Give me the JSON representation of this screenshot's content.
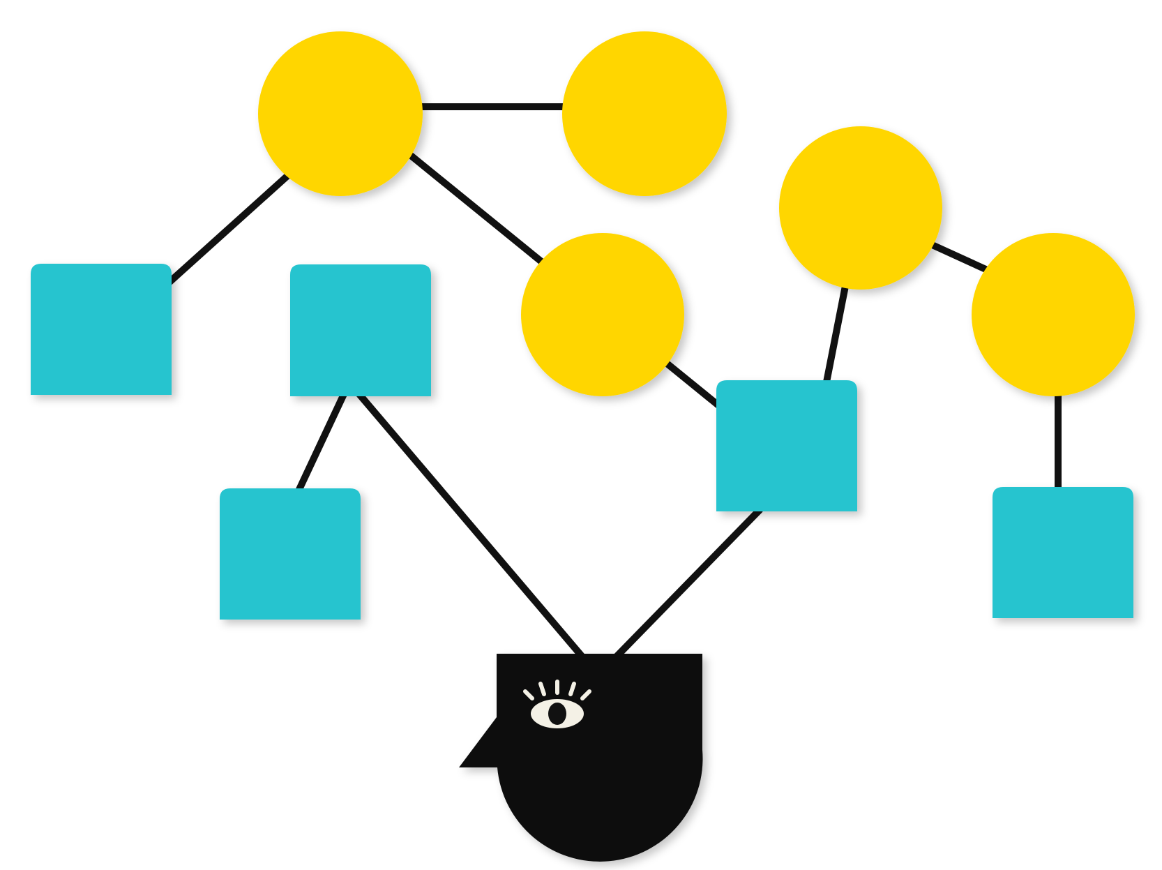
{
  "diagram": {
    "colors": {
      "background": "#ffffff",
      "circle_fill": "#FFD600",
      "square_fill": "#28C4CF",
      "edge_stroke": "#111111",
      "head_fill": "#111111",
      "eye_fill": "#F4F1E6"
    },
    "nodes": [
      {
        "id": "circle-1",
        "kind": "circle"
      },
      {
        "id": "circle-2",
        "kind": "circle"
      },
      {
        "id": "circle-3",
        "kind": "circle"
      },
      {
        "id": "circle-4",
        "kind": "circle"
      },
      {
        "id": "circle-5",
        "kind": "circle"
      },
      {
        "id": "square-1",
        "kind": "square"
      },
      {
        "id": "square-2",
        "kind": "square"
      },
      {
        "id": "square-3",
        "kind": "square"
      },
      {
        "id": "square-4",
        "kind": "square"
      },
      {
        "id": "square-5",
        "kind": "square"
      },
      {
        "id": "observer",
        "kind": "head-with-eye",
        "icon": "eye-icon"
      }
    ],
    "edges": [
      {
        "from": "circle-1",
        "to": "circle-2"
      },
      {
        "from": "circle-1",
        "to": "square-1"
      },
      {
        "from": "circle-1",
        "to": "circle-3"
      },
      {
        "from": "circle-3",
        "to": "square-4"
      },
      {
        "from": "circle-4",
        "to": "square-4"
      },
      {
        "from": "circle-4",
        "to": "circle-5"
      },
      {
        "from": "circle-5",
        "to": "square-5"
      },
      {
        "from": "square-2",
        "to": "square-3"
      },
      {
        "from": "square-2",
        "to": "observer"
      },
      {
        "from": "square-4",
        "to": "observer"
      }
    ]
  }
}
